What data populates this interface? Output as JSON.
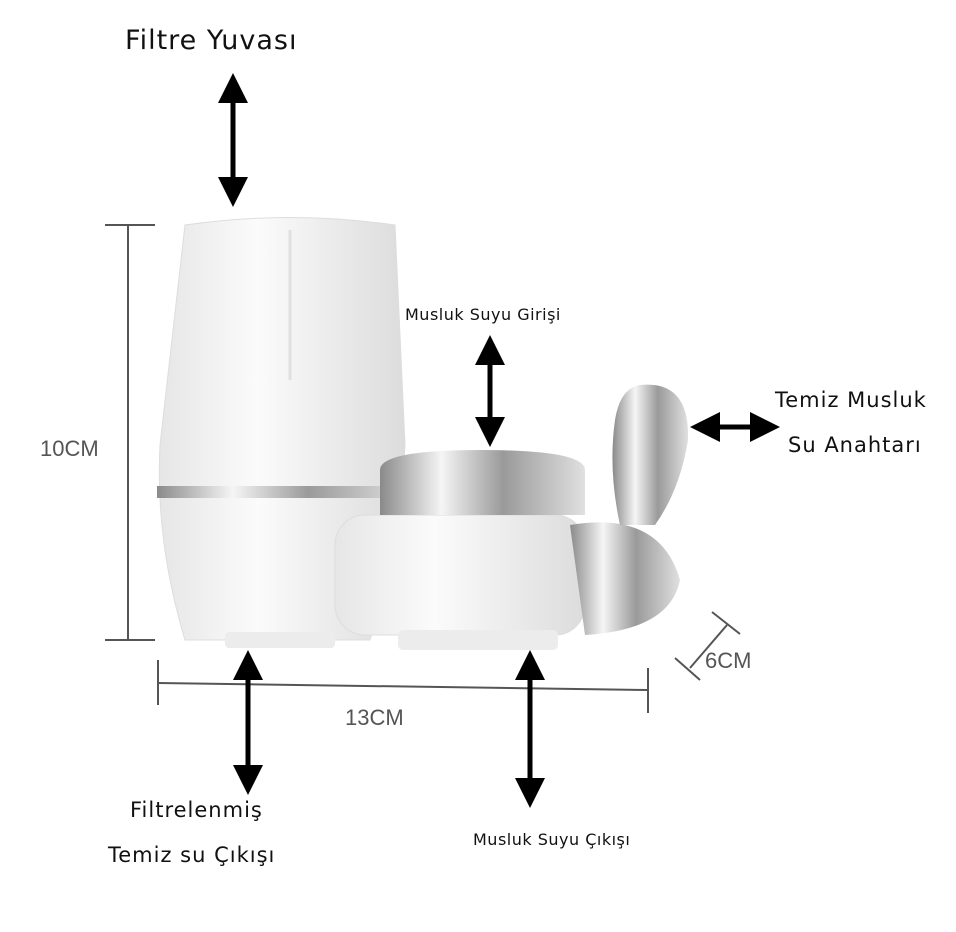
{
  "labels": {
    "filter_housing": "Filtre Yuvası",
    "tap_water_inlet": "Musluk Suyu Girişi",
    "switch_line1": "Temiz Musluk",
    "switch_line2": "Su Anahtarı",
    "filtered_line1": "Filtrelenmiş",
    "filtered_line2": "Temiz su Çıkışı",
    "tap_water_outlet": "Musluk Suyu Çıkışı"
  },
  "dimensions": {
    "height": "10CM",
    "width": "13CM",
    "depth": "6CM"
  },
  "colors": {
    "arrow": "#000000",
    "dimension": "#555555",
    "product": "#f2f2f2",
    "chrome": "#b8b8b8"
  }
}
